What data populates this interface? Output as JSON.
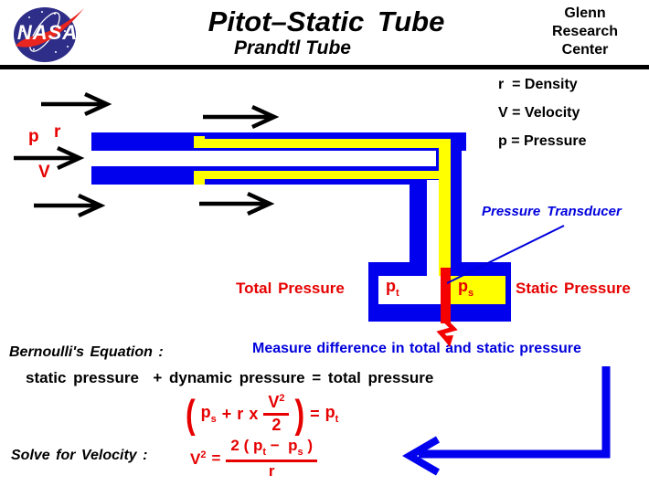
{
  "header": {
    "logo_text": "NASA",
    "title": "Pitot–Static Tube",
    "subtitle": "Prandtl Tube",
    "org_line1": "Glenn",
    "org_line2": "Research",
    "org_line3": "Center"
  },
  "legend": {
    "density": "r  = Density",
    "velocity": "V = Velocity",
    "pressure": "p = Pressure"
  },
  "flow_labels": {
    "p": "p",
    "r": "r",
    "v": "V"
  },
  "diagram_labels": {
    "pressure_transducer": "Pressure Transducer",
    "total_pressure": "Total Pressure",
    "static_pressure": "Static Pressure",
    "pt_base": "p",
    "pt_sub": "t",
    "ps_base": "p",
    "ps_sub": "s"
  },
  "annotations": {
    "measure": "Measure difference in total and static pressure",
    "bernoulli_label": "Bernoulli's Equation :",
    "word_equation": "static pressure  + dynamic pressure = total pressure",
    "solve_label": "Solve for Velocity :"
  },
  "equation1": {
    "lparen": "(",
    "ps_base": "p",
    "ps_sub": "s",
    "plus": "+",
    "rho": "r",
    "times": "x",
    "num_base": "V",
    "num_sup": "2",
    "den": "2",
    "rparen": ")",
    "equals": "=",
    "pt_base": "p",
    "pt_sub": "t"
  },
  "equation2": {
    "lhs_base": "V",
    "lhs_sup": "2",
    "equals": "=",
    "num_open": "2 ( ",
    "num_p1": "p",
    "num_sub1": "t",
    "minus": " −  ",
    "num_p2": "p",
    "num_sub2": "s",
    "num_close": " )",
    "den": "r"
  },
  "colors": {
    "tube_blue": "#0101ee",
    "channel_yellow": "#ffff00",
    "diaphragm_red": "#f40000",
    "red_text": "#e60000",
    "blue_text": "#0000dd",
    "logo_navy": "#2e2d88"
  }
}
